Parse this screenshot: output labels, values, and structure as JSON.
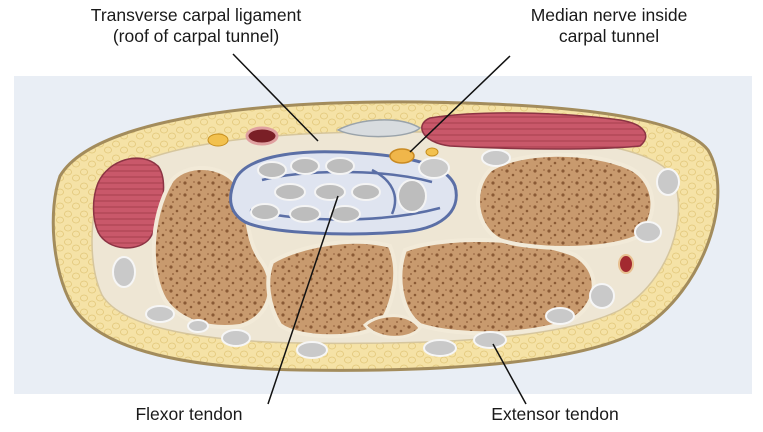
{
  "labels": {
    "transverse_carpal_ligament": [
      "Transverse carpal ligament",
      "(roof of carpal tunnel)"
    ],
    "median_nerve": [
      "Median nerve inside",
      "carpal tunnel"
    ],
    "flexor_tendon": "Flexor tendon",
    "extensor_tendon": "Extensor tendon"
  },
  "colors": {
    "background_panel": "#e9eef5",
    "bone_fill": "#c89a6e",
    "bone_pores": "#8a5a35",
    "fat_tissue": "#f5e2a6",
    "muscle": "#c9586a",
    "sheath": "#5b6fa6",
    "tendon": "#bdbdbd",
    "nerve": "#f0b64a",
    "skin_outline": "#a38c5c",
    "leader_line": "#111111"
  }
}
